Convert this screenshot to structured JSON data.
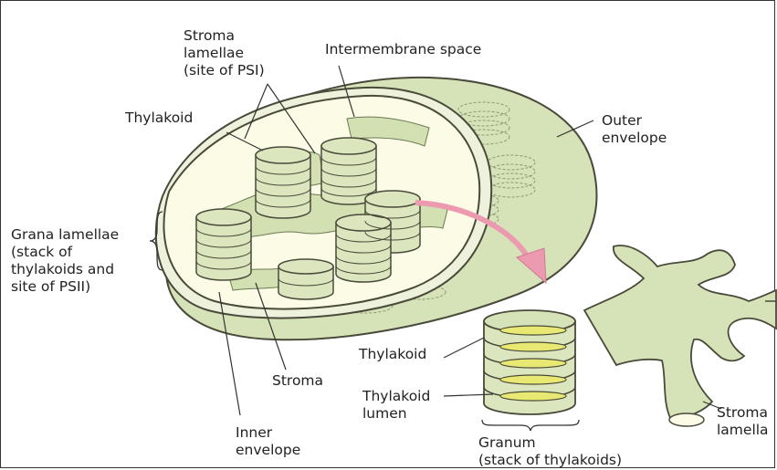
{
  "labels": {
    "stroma_lamellae_top": "Stroma\nlamellae\n(site of PSI)",
    "intermembrane_space": "Intermembrane space",
    "thylakoid_top": "Thylakoid",
    "outer_envelope": "Outer\nenvelope",
    "grana_lamellae": "Grana lamellae\n(stack of\nthylakoids and\nsite of PSII)",
    "stroma": "Stroma",
    "inner_envelope": "Inner\nenvelope",
    "thylakoid_detail": "Thylakoid",
    "thylakoid_lumen": "Thylakoid\nlumen",
    "granum": "Granum\n(stack of thylakoids)",
    "stroma_lamella_detail": "Stroma\nlamella"
  },
  "colors": {
    "outer_fill": "#d6e2b8",
    "inner_fill": "#fbfbe6",
    "membrane": "#4a4a3a",
    "lumen": "#e8e873",
    "arrow": "#ec9ab0"
  }
}
